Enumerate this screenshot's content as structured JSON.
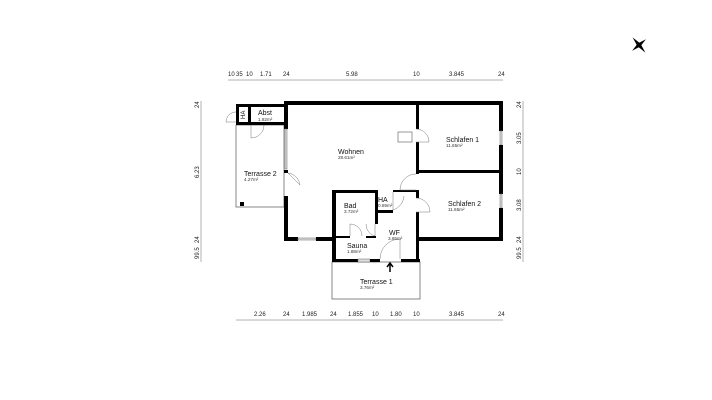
{
  "plan": {
    "rooms": [
      {
        "name": "Abst",
        "area": "1.82m²"
      },
      {
        "name": "HA",
        "area": ""
      },
      {
        "name": "Terrasse 2",
        "area": "4.27m²"
      },
      {
        "name": "Wohnen",
        "area": "28.61m²"
      },
      {
        "name": "Schlafen 1",
        "area": "11.65m²"
      },
      {
        "name": "Schlafen 2",
        "area": "11.65m²"
      },
      {
        "name": "Bad",
        "area": "3.72m²"
      },
      {
        "name": "HA",
        "area": "0.59m²"
      },
      {
        "name": "WF",
        "area": "3.65m²"
      },
      {
        "name": "Sauna",
        "area": "1.88m²"
      },
      {
        "name": "Terrasse 1",
        "area": "3.76m²"
      }
    ],
    "dims_top": [
      "10",
      "35",
      "10",
      "1.71",
      "24",
      "5.98",
      "10",
      "3.845",
      "24"
    ],
    "dims_bottom": [
      "2.26",
      "24",
      "1.985",
      "24",
      "1.855",
      "10",
      "1.80",
      "10",
      "3.845",
      "24"
    ],
    "dims_left": [
      "24",
      "6.23",
      "99.5",
      "24"
    ],
    "dims_right": [
      "24",
      "3.05",
      "10",
      "3.08",
      "99.5",
      "24"
    ],
    "compass_icon": "north-arrow",
    "entrance_icon": "entrance-arrow"
  }
}
